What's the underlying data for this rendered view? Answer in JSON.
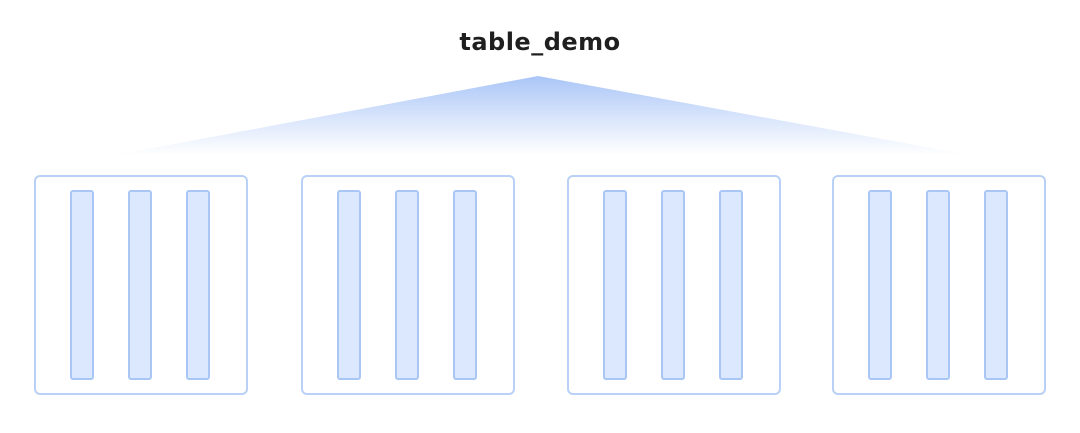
{
  "diagram": {
    "title": "table_demo",
    "partitions": [
      {
        "columns": 3
      },
      {
        "columns": 3
      },
      {
        "columns": 3
      },
      {
        "columns": 3
      }
    ]
  },
  "colors": {
    "title": "#1f1f1f",
    "fan_top": "#a9c5f7",
    "fan_bottom": "#ffffff",
    "partition_border": "#b9d1f7",
    "column_border": "#a9c6f5",
    "column_fill": "#dbe8fd"
  }
}
